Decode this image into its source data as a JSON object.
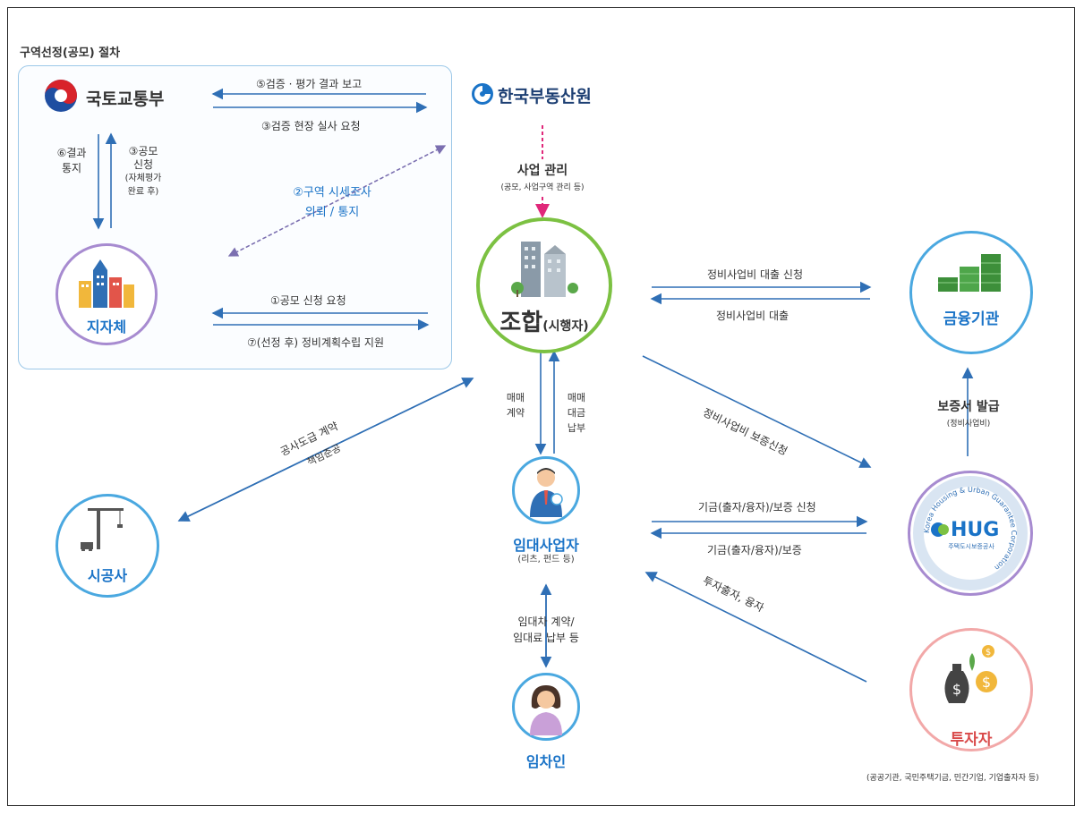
{
  "region_title": "구역선정(공모) 절차",
  "entities": {
    "ministry": "국토교통부",
    "reb": "한국부동산원",
    "local_gov": "지자체",
    "union_main": "조합",
    "union_sub": "(시행자)",
    "finance": "금융기관",
    "builder": "시공사",
    "rental_biz": "임대사업자",
    "rental_biz_sub": "(리츠, 펀드 등)",
    "hug": "HUG",
    "hug_ring": "Korea Housing & Urban Guarantee Corporation",
    "hug_sub": "주택도시보증공사",
    "investor": "투자자",
    "investor_sub": "(공공기관, 국민주택기금, 민간기업, 기업출자자 등)",
    "tenant": "임차인"
  },
  "edges": {
    "e5": "⑤검증 · 평가 결과 보고",
    "e3": "③검증 현장 실사 요청",
    "e6_l1": "⑥결과",
    "e6_l2": "통지",
    "e3b_l1": "③공모",
    "e3b_l2": "신청",
    "e3b_l3": "(자체평가",
    "e3b_l4": "완료 후)",
    "e2_l1": "②구역 시세조사",
    "e2_l2": "의뢰 / 통지",
    "e1": "①공모 신청 요청",
    "e7": "⑦(선정 후) 정비계획수립 지원",
    "mgmt": "사업 관리",
    "mgmt_sub": "(공모, 사업구역 관리 등)",
    "loan_req": "정비사업비 대출 신청",
    "loan": "정비사업비 대출",
    "guarantee_req": "정비사업비 보증신청",
    "guarantee_issue": "보증서 발급",
    "guarantee_issue_sub": "(정비사업비)",
    "construction_l1": "공사도급 계약",
    "construction_l2": "책임준공",
    "sale_contract_l1": "매매",
    "sale_contract_l2": "계약",
    "sale_pay_l1": "매매",
    "sale_pay_l2": "대금",
    "sale_pay_l3": "납부",
    "fund_req": "기금(출자/융자)/보증 신청",
    "fund": "기금(출자/융자)/보증",
    "invest": "투자출자, 융자",
    "lease_l1": "임대차 계약/",
    "lease_l2": "임대료 납부 등"
  },
  "colors": {
    "accent_blue": "#1a73c7",
    "line_blue": "#2f6fb5",
    "region_border": "#9cc8e8",
    "union_ring": "#7cc142",
    "finance_ring": "#4aa8e0",
    "hug_ring": "#a78bd0",
    "investor_ring": "#f2a8a8",
    "local_ring": "#a78bd0",
    "dashed_magenta": "#e0287a"
  },
  "icons": [
    "taegeuk-logo-icon",
    "reb-logo-icon",
    "city-buildings-icon",
    "apartment-icon",
    "money-stack-icon",
    "crane-icon",
    "businessman-icon",
    "hug-logo-icon",
    "money-bag-icon",
    "woman-avatar-icon"
  ]
}
